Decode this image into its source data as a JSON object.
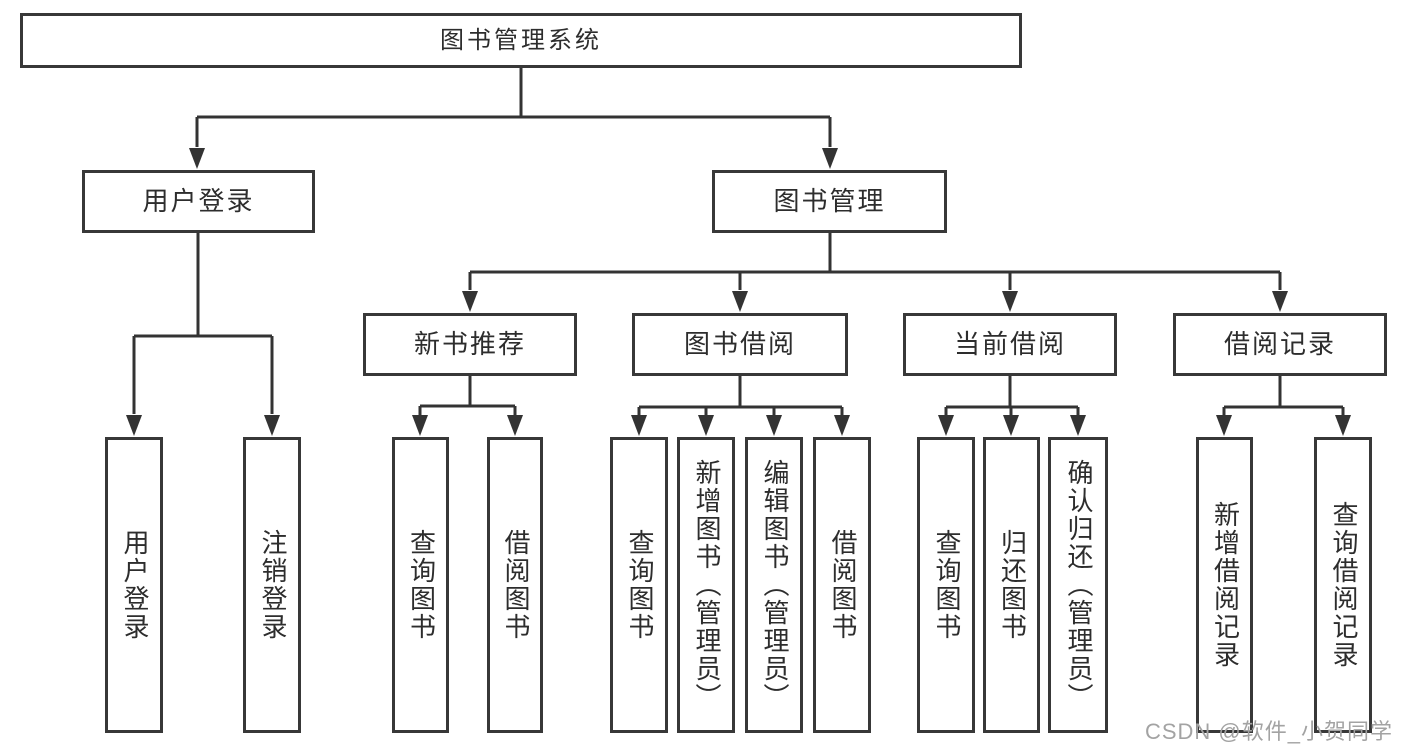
{
  "diagram": {
    "root": {
      "label": "图书管理系统"
    },
    "level2": [
      {
        "label": "用户登录"
      },
      {
        "label": "图书管理"
      }
    ],
    "level3": [
      {
        "label": "新书推荐"
      },
      {
        "label": "图书借阅"
      },
      {
        "label": "当前借阅"
      },
      {
        "label": "借阅记录"
      }
    ],
    "leaves": [
      {
        "label": "用户登录"
      },
      {
        "label": "注销登录"
      },
      {
        "label": "查询图书"
      },
      {
        "label": "借阅图书"
      },
      {
        "label": "查询图书"
      },
      {
        "label": "新增图书（管理员）"
      },
      {
        "label": "编辑图书（管理员）"
      },
      {
        "label": "借阅图书"
      },
      {
        "label": "查询图书"
      },
      {
        "label": "归还图书"
      },
      {
        "label": "确认归还（管理员）"
      },
      {
        "label": "新增借阅记录"
      },
      {
        "label": "查询借阅记录"
      }
    ],
    "watermark": "CSDN @软件_小贺同学",
    "colors": {
      "line": "#333333",
      "border": "#383838",
      "text": "#2d2d2d",
      "watermark": "#a3a3a3",
      "background": "#ffffff"
    }
  }
}
